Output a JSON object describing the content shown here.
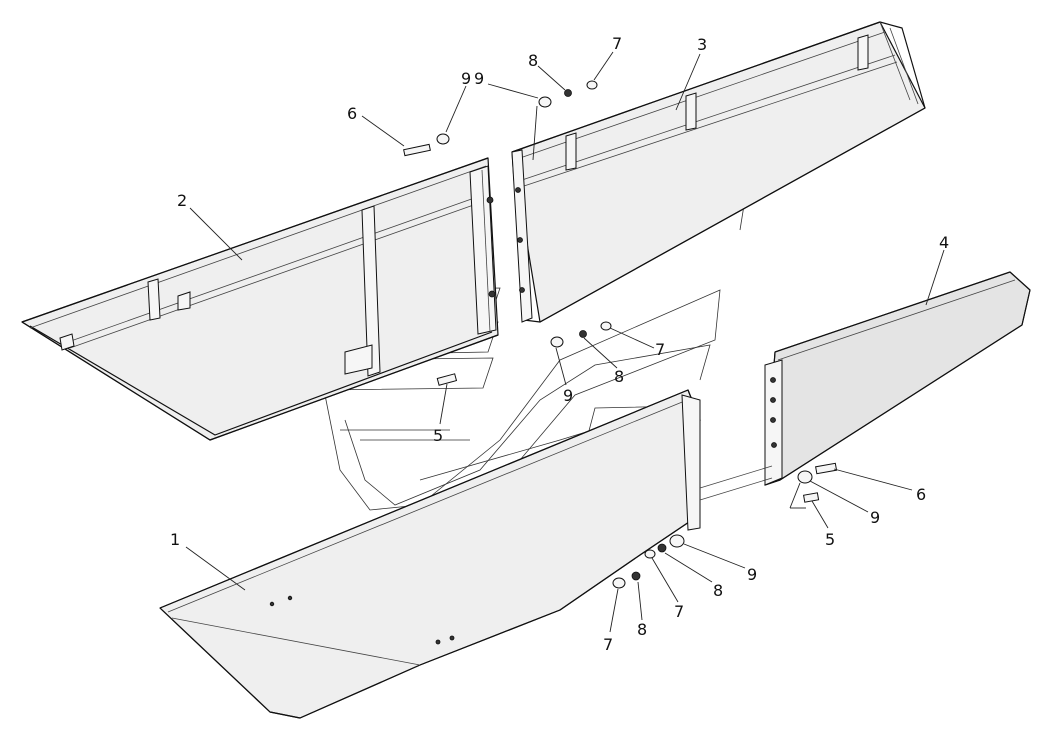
{
  "drawing": {
    "callouts": [
      {
        "id": "c1",
        "text": "1"
      },
      {
        "id": "c2",
        "text": "2"
      },
      {
        "id": "c3",
        "text": "3"
      },
      {
        "id": "c4",
        "text": "4"
      },
      {
        "id": "c5a",
        "text": "5"
      },
      {
        "id": "c5b",
        "text": "5"
      },
      {
        "id": "c6a",
        "text": "6"
      },
      {
        "id": "c6b",
        "text": "6"
      },
      {
        "id": "c7a",
        "text": "7"
      },
      {
        "id": "c7b",
        "text": "7"
      },
      {
        "id": "c7c",
        "text": "7"
      },
      {
        "id": "c7d",
        "text": "7"
      },
      {
        "id": "c8a",
        "text": "8"
      },
      {
        "id": "c8b",
        "text": "8"
      },
      {
        "id": "c8c",
        "text": "8"
      },
      {
        "id": "c8d",
        "text": "8"
      },
      {
        "id": "c9a",
        "text": "9"
      },
      {
        "id": "c9b",
        "text": "9"
      },
      {
        "id": "c9c",
        "text": "9"
      },
      {
        "id": "c9d",
        "text": "9"
      },
      {
        "id": "c9e",
        "text": "9"
      }
    ]
  }
}
